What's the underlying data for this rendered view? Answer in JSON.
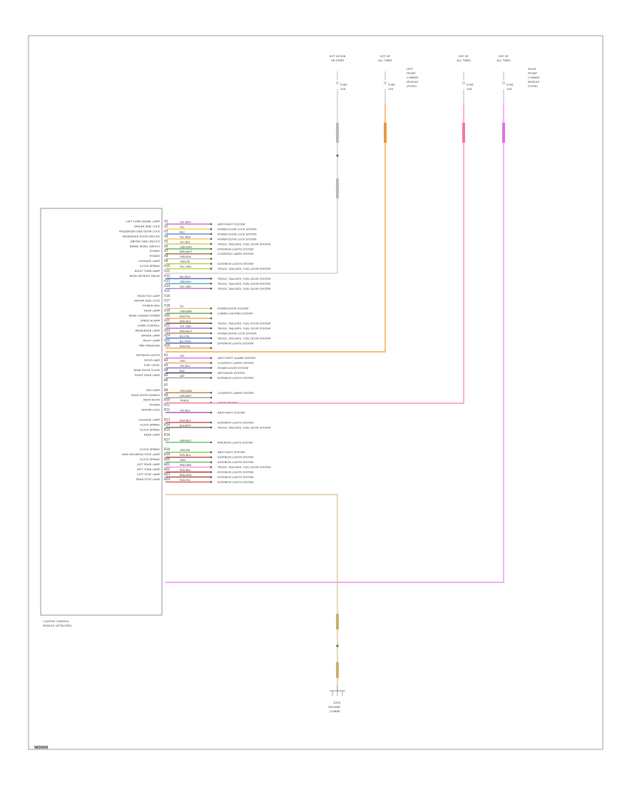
{
  "footer_code": "W0000",
  "module": {
    "label_line1": "CLUSTER CONTROL",
    "label_line2": "MODULE (ATTACHED)"
  },
  "top_sources": [
    {
      "lines": [
        "HOT IN RUN",
        "OR START"
      ],
      "fuse": [
        "FUSE",
        "10A"
      ],
      "wire_color": "#bdbdbd",
      "note": []
    },
    {
      "lines": [
        "HOT AT",
        "ALL TIMES"
      ],
      "fuse": [
        "FUSE",
        "15A"
      ],
      "wire_color": "#f5a54a",
      "note": [
        "LEFT",
        "FRONT",
        "CORNER",
        "MODULE",
        "(FCMU)"
      ]
    },
    {
      "lines": [
        "HOT AT",
        "ALL TIMES"
      ],
      "fuse": [
        "FUSE",
        "10A"
      ],
      "wire_color": "#ff8fb0",
      "note": []
    },
    {
      "lines": [
        "HOT AT",
        "ALL TIMES"
      ],
      "fuse": [
        "FUSE",
        "10A"
      ],
      "wire_color": "#f08ef0",
      "note": [
        "RIGHT",
        "FRONT",
        "CORNER",
        "MODULE",
        "(FCMU)"
      ]
    }
  ],
  "ground": {
    "line1": "G200",
    "line2": "GROUND",
    "line3": "(CABIN)"
  },
  "pins": [
    {
      "label": "LEFT TURN SIGNAL LAMP",
      "pin": "A1",
      "color": "VIO-WHT",
      "wire": "#d66be0",
      "dest": "ANTI-THEFT SYSTEM"
    },
    {
      "label": "DRIVER SIDE LOCK",
      "pin": "A2",
      "color": "YEL",
      "wire": "#f2d22e",
      "dest": "POWER DOOR LOCK SYSTEM"
    },
    {
      "label": "PASSENGER SIDE DOOR LOCK",
      "pin": "A3",
      "color": "BLU",
      "wire": "#5b7be8",
      "dest": "POWER DOOR LOCK SYSTEM"
    },
    {
      "label": "PASSENGER DOOR UNLOCK",
      "pin": "A4",
      "color": "YEL-RED",
      "wire": "#e8c45c",
      "dest": "POWER DOOR LOCK SYSTEM"
    },
    {
      "label": "DRIVER SIDE UNLOCK",
      "pin": "A5",
      "color": "YEL-BLK",
      "wire": "#c9c93a",
      "dest": "TRUCK, TAILGATE, FUEL DOOR SYSTEM"
    },
    {
      "label": "BRAKE PEDAL SWITCH",
      "pin": "A6",
      "color": "GRN-WHT",
      "wire": "#5abf5a",
      "dest": "EXTERIOR LIGHTS SYSTEM"
    },
    {
      "label": "POWER",
      "pin": "A7",
      "color": "BRN-WHT",
      "wire": "#9c6b3c",
      "dest": "COURTESY LAMPS SYSTEM"
    },
    {
      "label": "POWER",
      "pin": "A8",
      "color": "GRN-BLK",
      "wire": "#bdbdbd",
      "dest": ""
    },
    {
      "label": "LUGGAGE LAMP",
      "pin": "A9",
      "color": "GRN-YEL",
      "wire": "#b5d43a",
      "dest": "EXTERIOR LIGHTS SYSTEM"
    },
    {
      "label": "CLOCK SPRING",
      "pin": "A10",
      "color": "YEL-GRN",
      "wire": "#c2d04a",
      "dest": "TRUCK, TAILGATE, FUEL DOOR SYSTEM"
    },
    {
      "label": "RIGHT TURN LAMP",
      "pin": "A11",
      "color": "",
      "wire": "",
      "dest": ""
    },
    {
      "label": "REAR DEFROST RELAY",
      "pin": "A12",
      "color": "BLU-BLK",
      "wire": "#4a5fd0",
      "dest": "TRUCK, TAILGATE, FUEL DOOR SYSTEM"
    },
    {
      "label": "",
      "pin": "A13",
      "color": "GRN-BLU",
      "wire": "#4ab0a0",
      "dest": "TRUCK, TAILGATE, FUEL DOOR SYSTEM"
    },
    {
      "label": "",
      "pin": "A14",
      "color": "VIO-ORG",
      "wire": "#b07ad0",
      "dest": "TRUCK, TAILGATE, FUEL DOOR SYSTEM"
    },
    {
      "label": "",
      "pin": "A15",
      "color": "",
      "wire": "",
      "dest": ""
    },
    {
      "label": "REAR FOG LAMP",
      "pin": "A16",
      "color": "",
      "wire": "",
      "dest": ""
    },
    {
      "label": "DRIVER SIDE LOCK",
      "pin": "A17",
      "color": "",
      "wire": "",
      "dest": ""
    },
    {
      "label": "POWER ORG",
      "pin": "A18",
      "color": "TN",
      "wire": "#d9c79a",
      "dest": "POWER DOOR SYSTEM"
    },
    {
      "label": "REAR LAMP",
      "pin": "A19",
      "color": "GRN-BRN",
      "wire": "#6fa04a",
      "dest": "LOWER LIGHTING SYSTEM"
    },
    {
      "label": "REAR CHASSIS POWER",
      "pin": "A20",
      "color": "RED-YEL",
      "wire": "#f5a54a",
      "dest": ""
    },
    {
      "label": "SPEED ALARM",
      "pin": "A21",
      "color": "BRN-BLK",
      "wire": "#8a5a33",
      "dest": "TRUCK, TAILGATE, FUEL DOOR SYSTEM"
    },
    {
      "label": "HORN CONTROL",
      "pin": "A22",
      "color": "VIO-GRN",
      "wire": "#9a6bd0",
      "dest": "TRUCK, TAILGATE, FUEL DOOR SYSTEM"
    },
    {
      "label": "PASSENGER LAMP",
      "pin": "A23",
      "color": "BRN-WHT",
      "wire": "#b07a4a",
      "dest": "POWER DOOR LOCK SYSTEM"
    },
    {
      "label": "DRIVER LAMP",
      "pin": "A24",
      "color": "BLU-YEL",
      "wire": "#4a6fd0",
      "dest": "TRUCK, TAILGATE, FUEL DOOR SYSTEM"
    },
    {
      "label": "RIGHT LAMP",
      "pin": "A25",
      "color": "BLU-RED",
      "wire": "#3a5fbf",
      "dest": "EXTERIOR LIGHTS SYSTEM"
    },
    {
      "label": "TIRE PRESSURE",
      "pin": "A26",
      "color": "RED-YEL",
      "wire": "#f5a54a",
      "dest": ""
    },
    {
      "label": "",
      "pin": "",
      "color": "",
      "wire": "",
      "dest": ""
    },
    {
      "label": "INTERIOR LIGHTS",
      "pin": "B1",
      "color": "VIO",
      "wire": "#d66be0",
      "dest": "ANTI-THEFT ALARM SYSTEM"
    },
    {
      "label": "DOOR AJAR",
      "pin": "B2",
      "color": "ORG",
      "wire": "#f5a54a",
      "dest": "COURTESY LAMPS SYSTEM"
    },
    {
      "label": "FUEL LEVEL",
      "pin": "B3",
      "color": "VIO-BLU",
      "wire": "#7a6be0",
      "dest": "POWER DOOR SYSTEM"
    },
    {
      "label": "REAR DOOR CLOSE",
      "pin": "B4",
      "color": "BLK",
      "wire": "#444444",
      "dest": "DEFOGGER SYSTEM"
    },
    {
      "label": "RIGHT REAR LAMP",
      "pin": "B5",
      "color": "LBY",
      "wire": "#9a9a9a",
      "dest": "EXTERIOR LIGHTS SYSTEM"
    },
    {
      "label": "",
      "pin": "B6",
      "color": "",
      "wire": "",
      "dest": ""
    },
    {
      "label": "",
      "pin": "B7",
      "color": "",
      "wire": "",
      "dest": ""
    },
    {
      "label": "DIM LAMP",
      "pin": "B8",
      "color": "ORG-BRN",
      "wire": "#c97a30",
      "dest": "COURTESY LAMPS SYSTEM"
    },
    {
      "label": "REAR DOOR HANDLE",
      "pin": "B9",
      "color": "GRY-WHT",
      "wire": "#a0a0a0",
      "dest": ""
    },
    {
      "label": "REAR DOOR",
      "pin": "B10",
      "color": "TN-BLK",
      "wire": "#d9c79a",
      "dest": "HORN SYSTEM"
    },
    {
      "label": "POWER",
      "pin": "B11",
      "color": "",
      "wire": "",
      "dest": ""
    },
    {
      "label": "DRIVER LOCK",
      "pin": "B12",
      "color": "VIO-BLK",
      "wire": "#9b4ec4",
      "dest": "ANTI-THEFT SYSTEM"
    },
    {
      "label": "",
      "pin": "",
      "color": "",
      "wire": "",
      "dest": ""
    },
    {
      "label": "LUGGAGE LAMP",
      "pin": "B13",
      "color": "RED-BLK",
      "wire": "#e04a4a",
      "dest": "EXTERIOR LIGHTS SYSTEM"
    },
    {
      "label": "CLOCK SPRING",
      "pin": "B14",
      "color": "BLK-WHT",
      "wire": "#666666",
      "dest": "TRUCK, TAILGATE, FUEL DOOR SYSTEM"
    },
    {
      "label": "CLOCK SPRING",
      "pin": "B15",
      "color": "",
      "wire": "",
      "dest": ""
    },
    {
      "label": "REAR LAMP",
      "pin": "B16",
      "color": "",
      "wire": "",
      "dest": ""
    },
    {
      "label": "",
      "pin": "B17",
      "color": "GRN-BLU",
      "wire": "#5abf5a",
      "dest": "INTERIOR LIGHTS SYSTEM"
    },
    {
      "label": "",
      "pin": "",
      "color": "",
      "wire": "",
      "dest": ""
    },
    {
      "label": "CLOCK SPRING",
      "pin": "B18",
      "color": "GRN-YEL",
      "wire": "#7ac94a",
      "dest": "ANTI-THEFT SYSTEM"
    },
    {
      "label": "HIGH MOUNTED STOP LAMP",
      "pin": "B19",
      "color": "RED-BLK",
      "wire": "#d03a3a",
      "dest": "EXTERIOR LIGHTS SYSTEM"
    },
    {
      "label": "CLOCK SPRING",
      "pin": "B20",
      "color": "GRN",
      "wire": "#5abf5a",
      "dest": "EXTERIOR LIGHTS SYSTEM"
    },
    {
      "label": "LEFT REAR LAMP",
      "pin": "B21",
      "color": "PNK-GRN",
      "wire": "#f08ef0",
      "dest": "TRUCK, TAILGATE, FUEL DOOR SYSTEM"
    },
    {
      "label": "LEFT TURN LAMP",
      "pin": "B22",
      "color": "RED-BLK",
      "wire": "#c03030",
      "dest": "EXTERIOR LIGHTS SYSTEM"
    },
    {
      "label": "LEFT STOP LAMP",
      "pin": "B23",
      "color": "BRN-RED",
      "wire": "#a04a30",
      "dest": "EXTERIOR LIGHTS SYSTEM"
    },
    {
      "label": "REAR STOP LAMP",
      "pin": "B24",
      "color": "RED-YEL",
      "wire": "#e05050",
      "dest": "EXTERIOR LIGHTS SYSTEM"
    }
  ]
}
